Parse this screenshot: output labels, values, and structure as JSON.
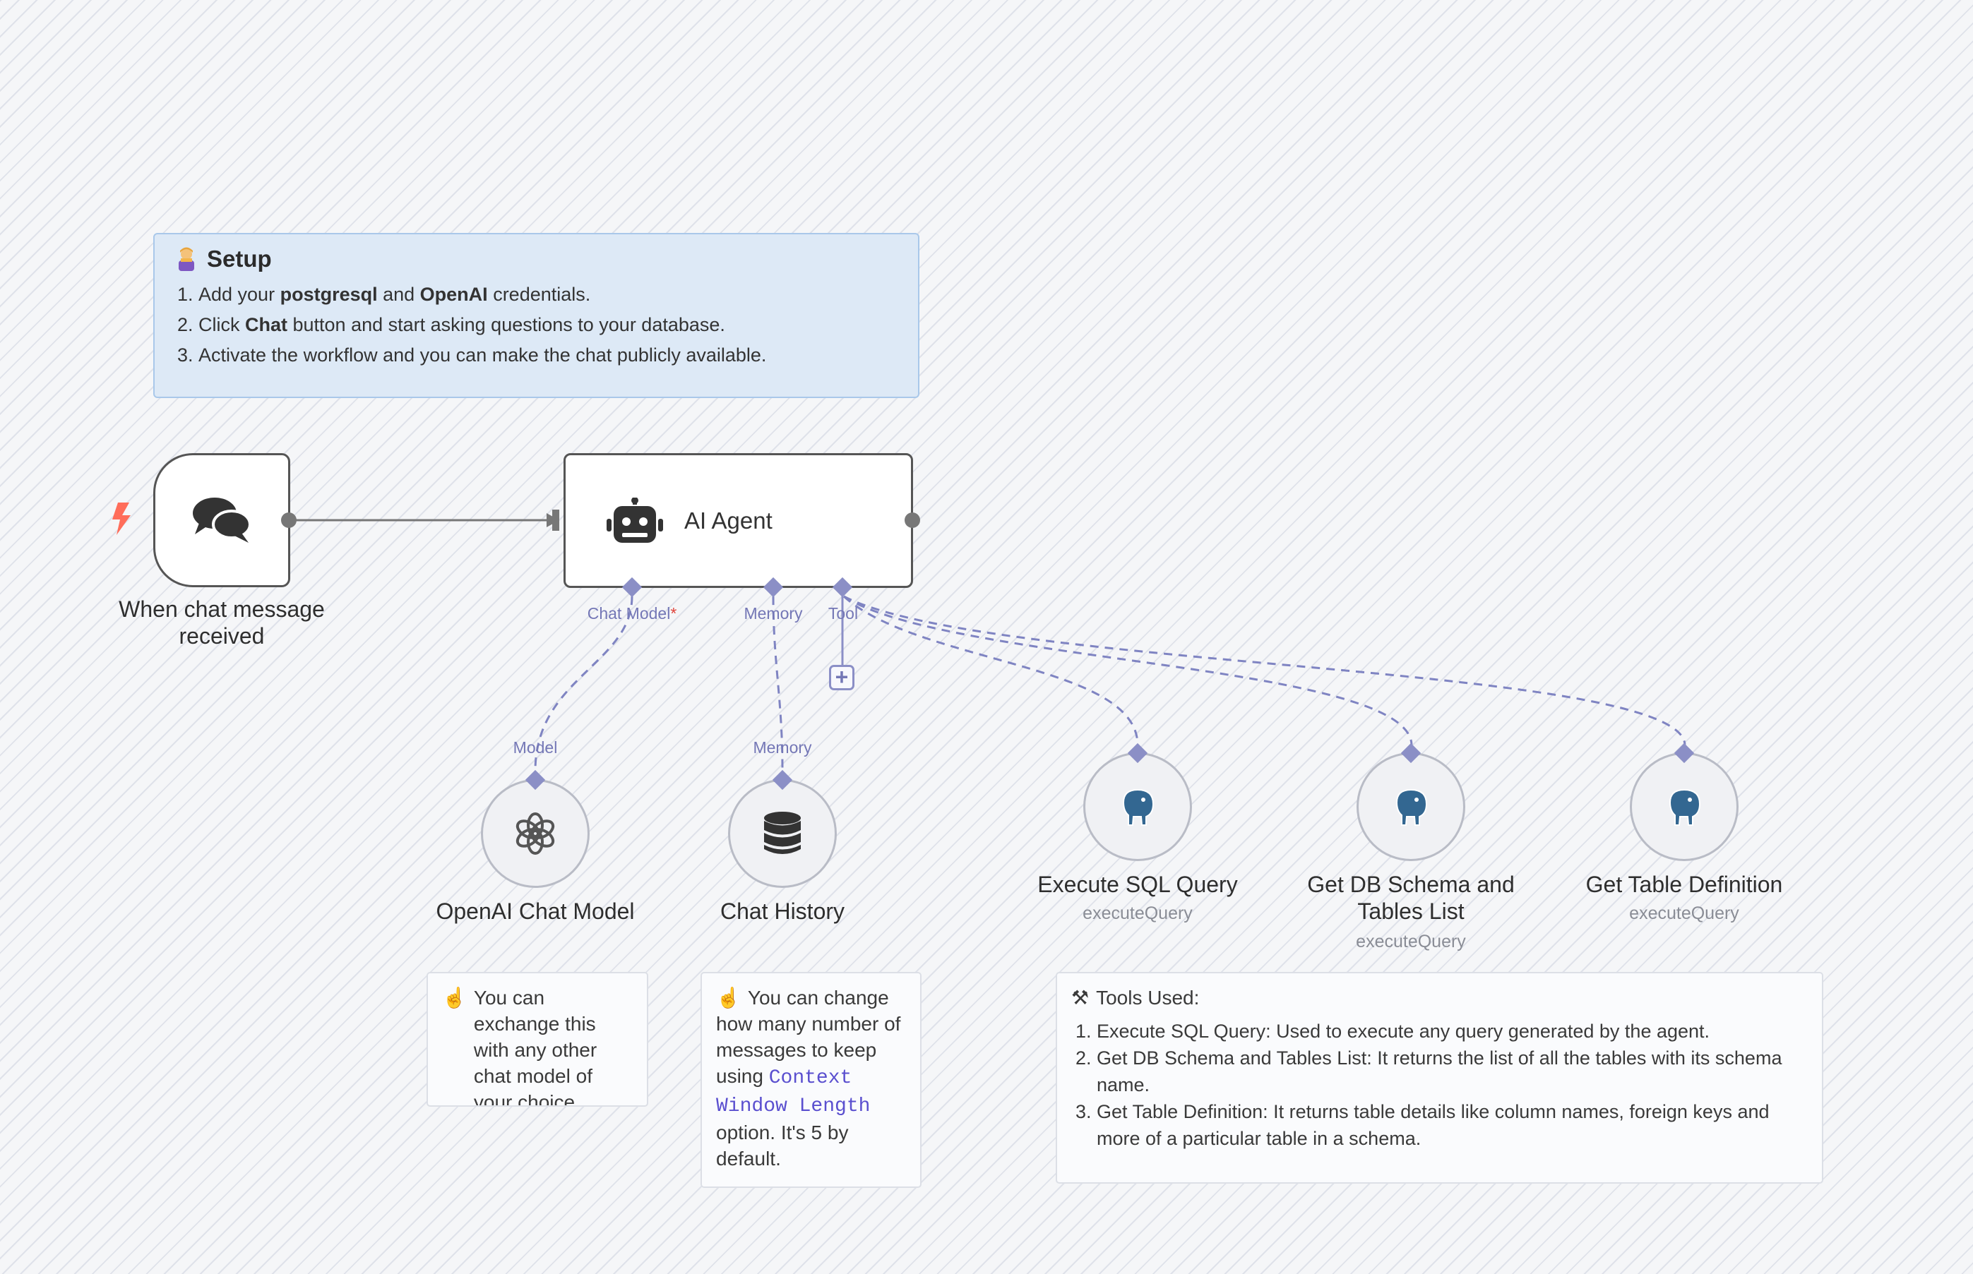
{
  "setup": {
    "title": "Setup",
    "icon": "worker-emoji-icon",
    "steps": [
      {
        "pre": "Add your ",
        "b1": "postgresql",
        "mid": " and ",
        "b2": "OpenAI",
        "post": " credentials."
      },
      {
        "pre": "Click ",
        "b1": "Chat",
        "post": " button and start asking questions to your database."
      },
      {
        "text": "Activate the workflow and you can make the chat publicly available."
      }
    ]
  },
  "nodes": {
    "trigger": {
      "label": "When chat message received",
      "icon": "chat-bubbles-icon"
    },
    "agent": {
      "label": "AI Agent",
      "icon": "robot-icon"
    },
    "openai": {
      "label": "OpenAI Chat Model",
      "icon": "openai-icon"
    },
    "history": {
      "label": "Chat History",
      "icon": "database-icon"
    },
    "execute_sql": {
      "label": "Execute SQL Query",
      "sub": "executeQuery",
      "icon": "postgres-elephant-icon"
    },
    "db_schema": {
      "label": "Get DB Schema and Tables List",
      "sub": "executeQuery",
      "icon": "postgres-elephant-icon"
    },
    "table_def": {
      "label": "Get Table Definition",
      "sub": "executeQuery",
      "icon": "postgres-elephant-icon"
    }
  },
  "ports": {
    "chat_model": "Chat Model",
    "chat_model_required": "*",
    "memory": "Memory",
    "tool": "Tool",
    "model_in": "Model",
    "memory_in": "Memory"
  },
  "notes": {
    "openai": "You can exchange this with any other chat model of your choice.",
    "history": {
      "pre": "You can change how many number of messages to keep using ",
      "code": "Context Window Length",
      "post": " option. It's 5 by default."
    },
    "tools": {
      "title": "Tools Used:",
      "items": [
        "Execute SQL Query: Used to execute any query generated by the agent.",
        "Get DB Schema and Tables List: It returns the list of all the tables with its schema name.",
        "Get Table Definition: It returns table details like column names, foreign keys and more of a particular table in a schema."
      ]
    }
  },
  "colors": {
    "accent": "#8b8fc6",
    "trigger_bolt": "#ff6d5a",
    "setup_bg": "#dde9f6"
  }
}
